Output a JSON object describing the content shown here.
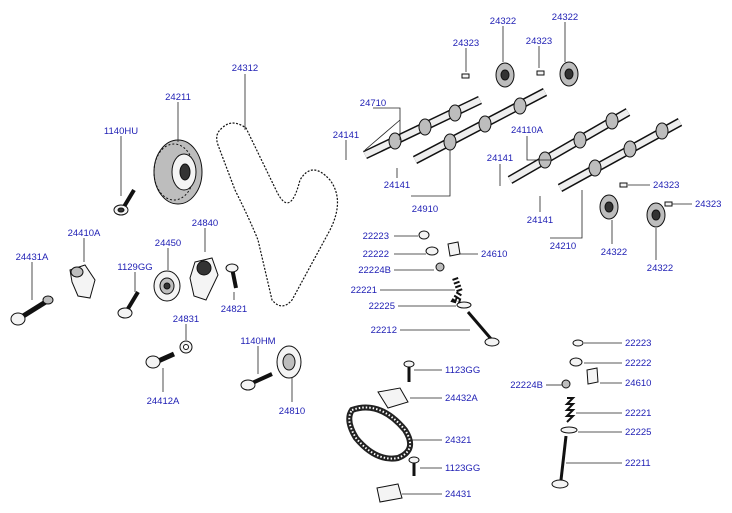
{
  "diagram": {
    "labels": {
      "l24312": "24312",
      "l24211": "24211",
      "l1140HU": "1140HU",
      "l24840": "24840",
      "l24450": "24450",
      "l24410A": "24410A",
      "l24431A": "24431A",
      "l1129GG": "1129GG",
      "l24821": "24821",
      "l24831": "24831",
      "l24412A": "24412A",
      "l1140HM": "1140HM",
      "l24810": "24810",
      "l24323a": "24323",
      "l24322a": "24322",
      "l24323b": "24323",
      "l24322b": "24322",
      "l24710": "24710",
      "l24141a": "24141",
      "l24141b": "24141",
      "l24910": "24910",
      "l24110A": "24110A",
      "l24141c": "24141",
      "l24141d": "24141",
      "l24210": "24210",
      "l24323c": "24323",
      "l24323d": "24323",
      "l24322c": "24322",
      "l24322d": "24322",
      "l22223a": "22223",
      "l22222a": "22222",
      "l24610a": "24610",
      "l22224Ba": "22224B",
      "l22221a": "22221",
      "l22225a": "22225",
      "l22212": "22212",
      "l1123GGa": "1123GG",
      "l24432A": "24432A",
      "l24321": "24321",
      "l1123GGb": "1123GG",
      "l24431": "24431",
      "l22223b": "22223",
      "l22222b": "22222",
      "l22224Bb": "22224B",
      "l24610b": "24610",
      "l22221b": "22221",
      "l22225b": "22225",
      "l22211": "22211"
    }
  }
}
